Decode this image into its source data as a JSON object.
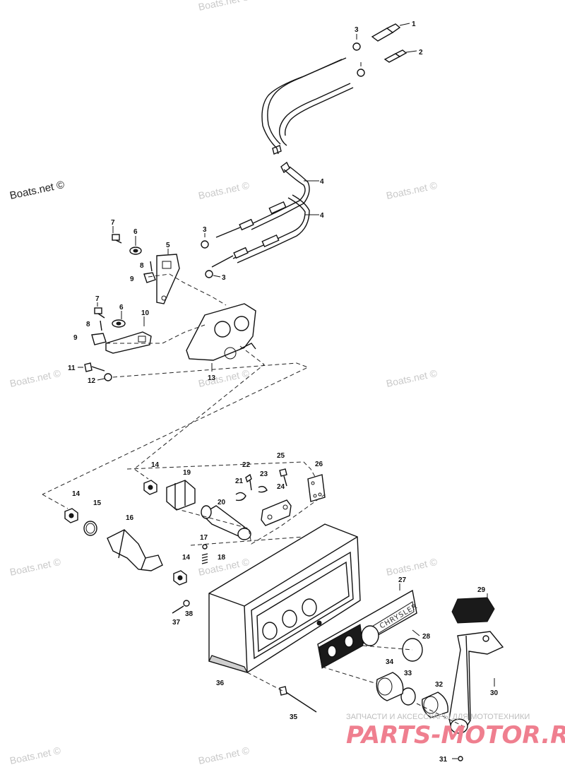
{
  "watermark": {
    "text": "Boats.net ©",
    "main_text": "Boats.net ©"
  },
  "shop": {
    "tagline": "ЗАПЧАСТИ И АКСЕССУАРЫ ДЛЯ МОТОТЕХНИКИ",
    "logo": "PARTS-MOTOR.RU"
  },
  "brand_plate": "CHRYSLER",
  "callouts": {
    "n1": "1",
    "n2": "2",
    "n3a": "3",
    "n3b": "3",
    "n3c": "3",
    "n4a": "4",
    "n4b": "4",
    "n5": "5",
    "n6a": "6",
    "n6b": "6",
    "n7a": "7",
    "n7b": "7",
    "n8a": "8",
    "n8b": "8",
    "n9a": "9",
    "n9b": "9",
    "n10": "10",
    "n11": "11",
    "n12": "12",
    "n13": "13",
    "n14a": "14",
    "n14b": "14",
    "n14c": "14",
    "n15": "15",
    "n16": "16",
    "n17": "17",
    "n18": "18",
    "n19": "19",
    "n20": "20",
    "n21": "21",
    "n22": "22",
    "n23": "23",
    "n24": "24",
    "n25": "25",
    "n26": "26",
    "n27": "27",
    "n28": "28",
    "n29": "29",
    "n30": "30",
    "n31": "31",
    "n32": "32",
    "n33": "33",
    "n34": "34",
    "n35": "35",
    "n36": "36",
    "n37": "37",
    "n38": "38"
  },
  "colors": {
    "line": "#111111",
    "watermark": "#c9c9c9",
    "shop_logo": "#ef7f8f"
  }
}
